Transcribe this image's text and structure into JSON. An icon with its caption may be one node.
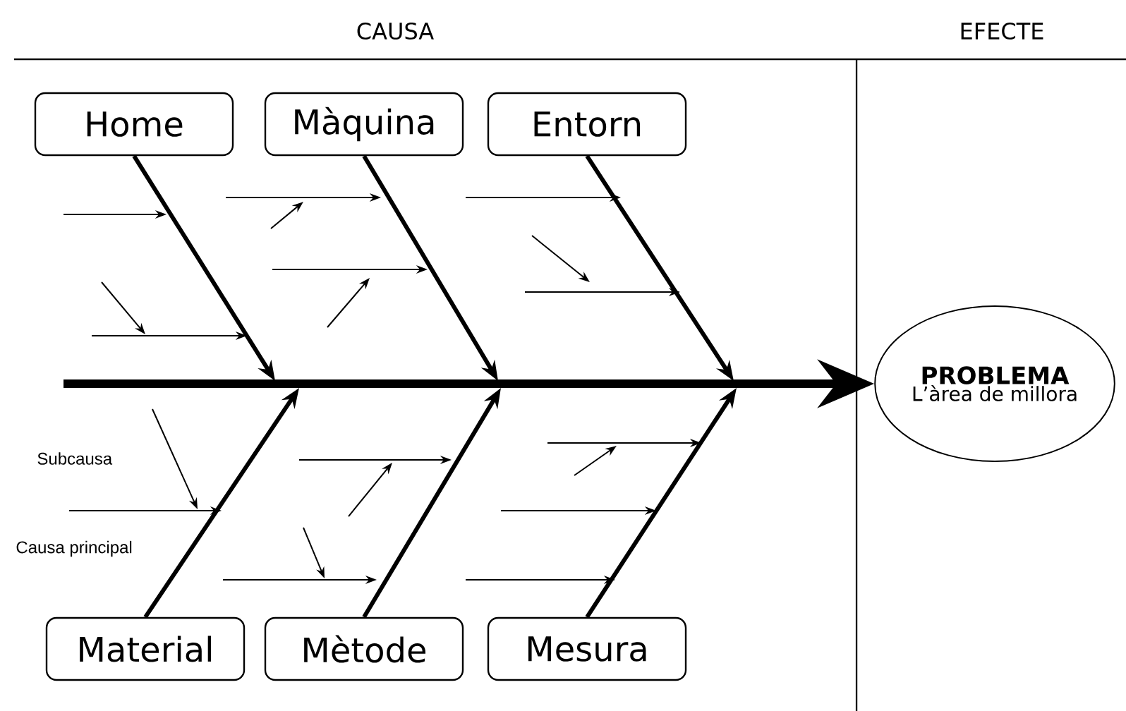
{
  "diagram": {
    "nodes": [
      {
        "text": [
          "Home"
        ]
      },
      {
        "text": [
          "Màquina"
        ]
      },
      {
        "text": [
          "Entorn"
        ]
      },
      {
        "text": [
          "Material"
        ]
      },
      {
        "text": [
          "Mètode"
        ]
      },
      {
        "text": [
          "Mesura"
        ]
      },
      {
        "text": [
          "PROBLEMA",
          "L’àrea de millora"
        ]
      }
    ],
    "edges": [
      {
        "from": null,
        "to": 6,
        "arrow": "to",
        "style": "thick"
      },
      {
        "from": 0,
        "to": null,
        "arrow": "to"
      },
      {
        "from": 1,
        "to": null,
        "arrow": "to"
      },
      {
        "from": 2,
        "to": null,
        "arrow": "to"
      },
      {
        "from": 3,
        "to": null,
        "arrow": "to"
      },
      {
        "from": 4,
        "to": null,
        "arrow": "to"
      },
      {
        "from": 5,
        "to": null,
        "arrow": "to"
      }
    ],
    "labels": [
      "CAUSA",
      "EFECTE",
      "Subcausa",
      "Causa principal"
    ]
  }
}
